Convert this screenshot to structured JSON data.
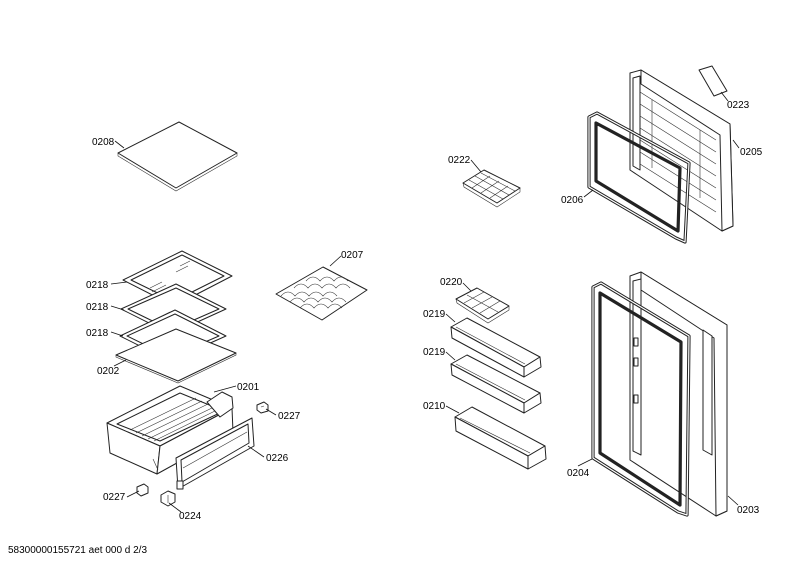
{
  "labels": {
    "p0208": "0208",
    "p0218a": "0218",
    "p0218b": "0218",
    "p0218c": "0218",
    "p0202": "0202",
    "p0201": "0201",
    "p0227a": "0227",
    "p0227b": "0227",
    "p0226": "0226",
    "p0224": "0224",
    "p0207": "0207",
    "p0222": "0222",
    "p0206": "0206",
    "p0223": "0223",
    "p0205": "0205",
    "p0220": "0220",
    "p0219a": "0219",
    "p0219b": "0219",
    "p0210": "0210",
    "p0204": "0204",
    "p0203": "0203"
  },
  "footer": "58300000155721 aet 000 d 2/3"
}
